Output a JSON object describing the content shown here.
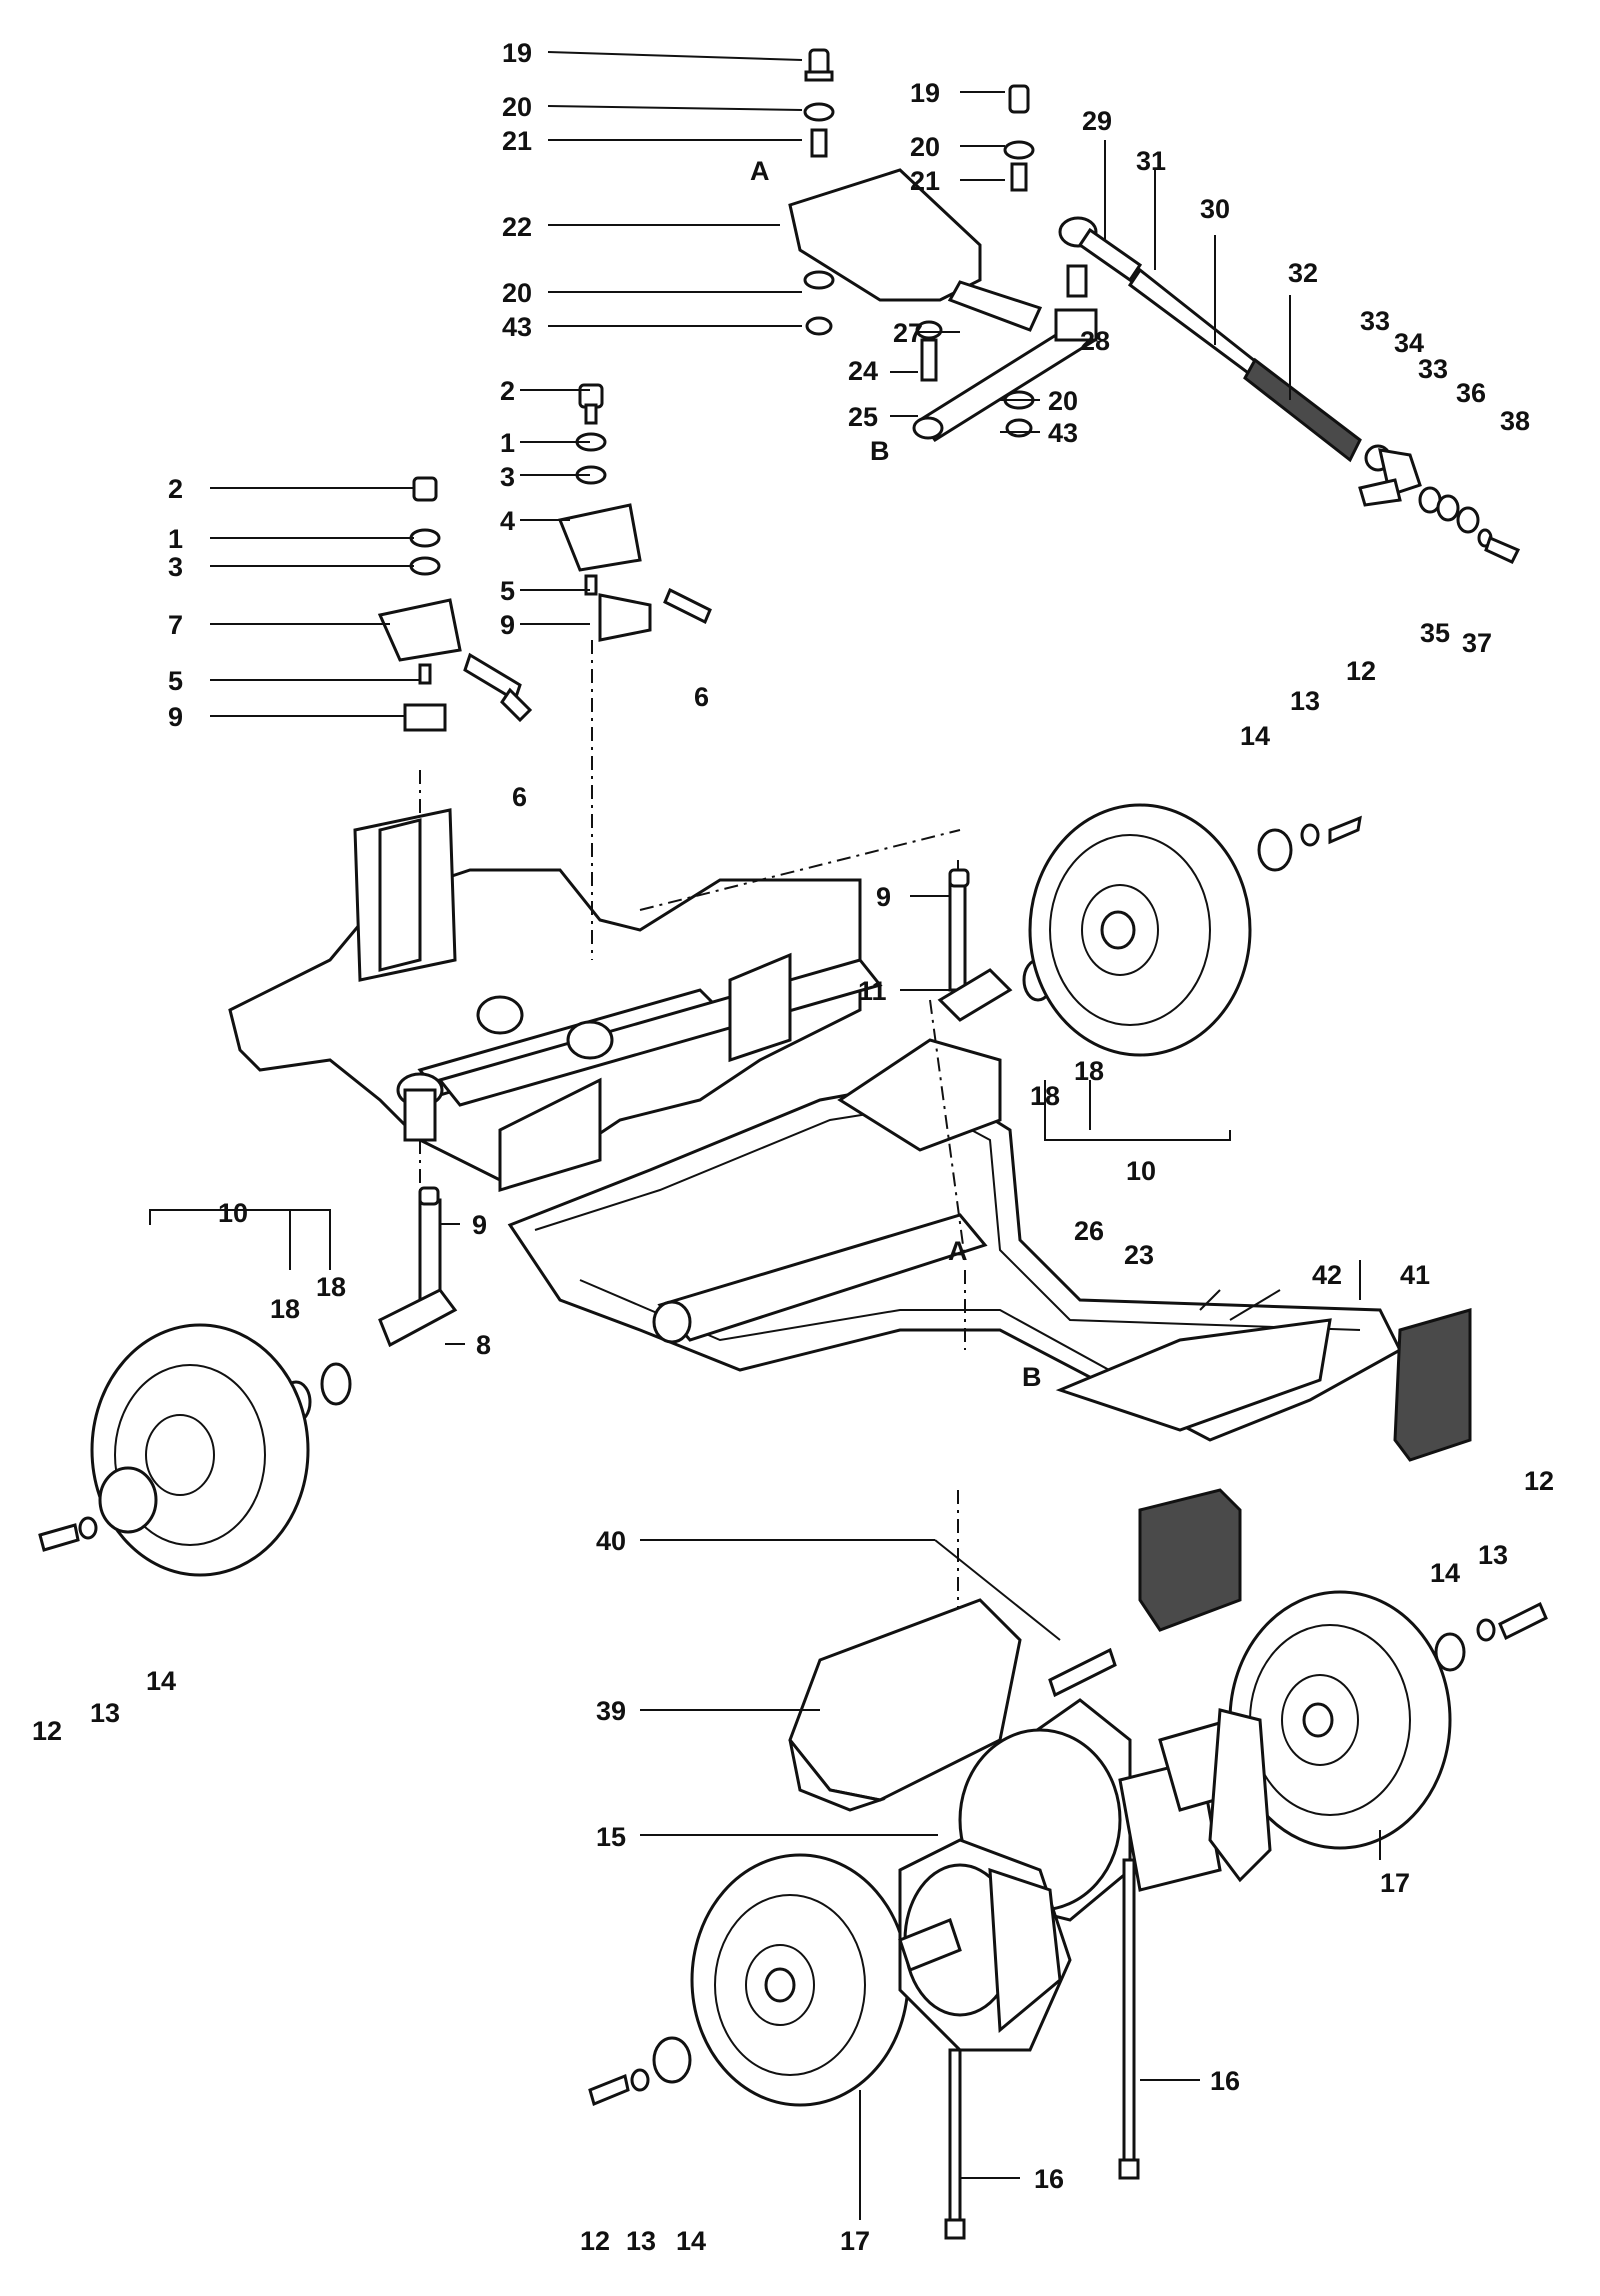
{
  "callouts": [
    {
      "id": "c19a",
      "text": "19"
    },
    {
      "id": "c20a",
      "text": "20"
    },
    {
      "id": "c21a",
      "text": "21"
    },
    {
      "id": "cAa",
      "text": "A"
    },
    {
      "id": "c22",
      "text": "22"
    },
    {
      "id": "c20b",
      "text": "20"
    },
    {
      "id": "c43a",
      "text": "43"
    },
    {
      "id": "c19b",
      "text": "19"
    },
    {
      "id": "c20c",
      "text": "20"
    },
    {
      "id": "c21b",
      "text": "21"
    },
    {
      "id": "c29",
      "text": "29"
    },
    {
      "id": "c31",
      "text": "31"
    },
    {
      "id": "c30",
      "text": "30"
    },
    {
      "id": "c32",
      "text": "32"
    },
    {
      "id": "c27",
      "text": "27"
    },
    {
      "id": "c28",
      "text": "28"
    },
    {
      "id": "c24",
      "text": "24"
    },
    {
      "id": "c20d",
      "text": "20"
    },
    {
      "id": "c25",
      "text": "25"
    },
    {
      "id": "cBa",
      "text": "B"
    },
    {
      "id": "c43b",
      "text": "43"
    },
    {
      "id": "c33a",
      "text": "33"
    },
    {
      "id": "c34",
      "text": "34"
    },
    {
      "id": "c33b",
      "text": "33"
    },
    {
      "id": "c36",
      "text": "36"
    },
    {
      "id": "c38",
      "text": "38"
    },
    {
      "id": "c35",
      "text": "35"
    },
    {
      "id": "c37",
      "text": "37"
    },
    {
      "id": "c2a",
      "text": "2"
    },
    {
      "id": "c1a",
      "text": "1"
    },
    {
      "id": "c3a",
      "text": "3"
    },
    {
      "id": "c4",
      "text": "4"
    },
    {
      "id": "c5a",
      "text": "5"
    },
    {
      "id": "c9a",
      "text": "9"
    },
    {
      "id": "c6a",
      "text": "6"
    },
    {
      "id": "c2b",
      "text": "2"
    },
    {
      "id": "c1b",
      "text": "1"
    },
    {
      "id": "c3b",
      "text": "3"
    },
    {
      "id": "c7",
      "text": "7"
    },
    {
      "id": "c5b",
      "text": "5"
    },
    {
      "id": "c9b",
      "text": "9"
    },
    {
      "id": "c6b",
      "text": "6"
    },
    {
      "id": "c12a",
      "text": "12"
    },
    {
      "id": "c13a",
      "text": "13"
    },
    {
      "id": "c14a",
      "text": "14"
    },
    {
      "id": "c9c",
      "text": "9"
    },
    {
      "id": "c11",
      "text": "11"
    },
    {
      "id": "c18a",
      "text": "18"
    },
    {
      "id": "c18b",
      "text": "18"
    },
    {
      "id": "c10a",
      "text": "10"
    },
    {
      "id": "c10b",
      "text": "10"
    },
    {
      "id": "c18c",
      "text": "18"
    },
    {
      "id": "c18d",
      "text": "18"
    },
    {
      "id": "c9d",
      "text": "9"
    },
    {
      "id": "c8",
      "text": "8"
    },
    {
      "id": "cAb",
      "text": "A"
    },
    {
      "id": "c26",
      "text": "26"
    },
    {
      "id": "c23",
      "text": "23"
    },
    {
      "id": "cBb",
      "text": "B"
    },
    {
      "id": "c42",
      "text": "42"
    },
    {
      "id": "c41",
      "text": "41"
    },
    {
      "id": "c12b",
      "text": "12"
    },
    {
      "id": "c13b",
      "text": "13"
    },
    {
      "id": "c14b",
      "text": "14"
    },
    {
      "id": "c40",
      "text": "40"
    },
    {
      "id": "c14c",
      "text": "14"
    },
    {
      "id": "c13c",
      "text": "13"
    },
    {
      "id": "c12c",
      "text": "12"
    },
    {
      "id": "c39",
      "text": "39"
    },
    {
      "id": "c15",
      "text": "15"
    },
    {
      "id": "c17a",
      "text": "17"
    },
    {
      "id": "c16a",
      "text": "16"
    },
    {
      "id": "c16b",
      "text": "16"
    },
    {
      "id": "c12d",
      "text": "12"
    },
    {
      "id": "c13d",
      "text": "13"
    },
    {
      "id": "c14d",
      "text": "14"
    },
    {
      "id": "c17b",
      "text": "17"
    }
  ]
}
